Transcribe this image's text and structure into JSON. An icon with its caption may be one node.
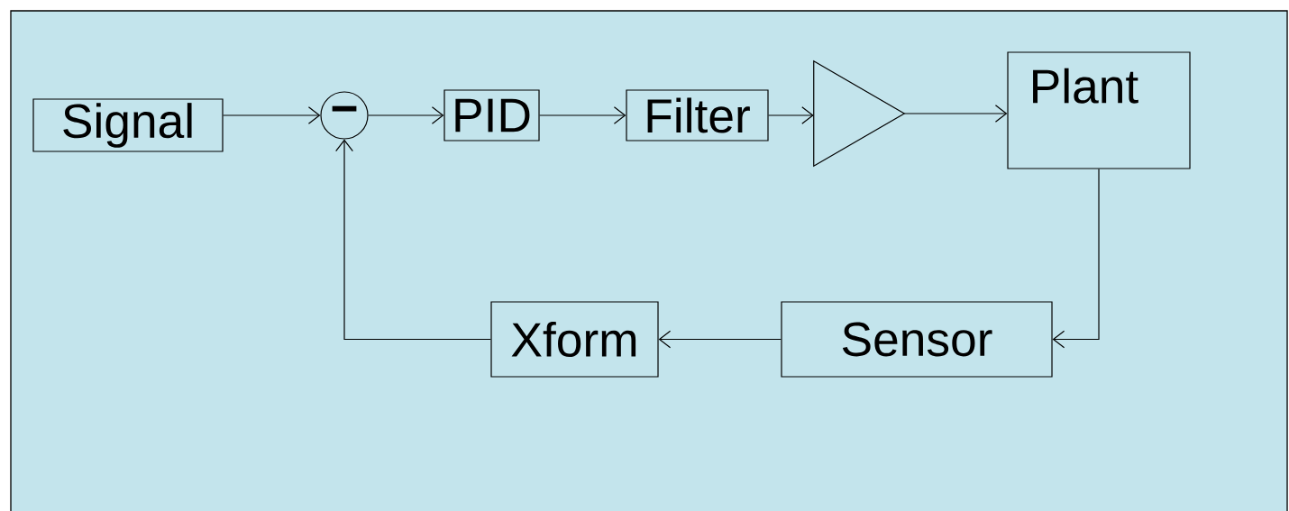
{
  "diagram": {
    "nodes": [
      {
        "text": [
          "Signal"
        ]
      },
      {
        "text": [
          "−"
        ]
      },
      {
        "text": [
          "PID"
        ]
      },
      {
        "text": [
          "Filter"
        ]
      },
      {
        "text": [],
        "shape": "triangle"
      },
      {
        "text": [
          "Plant"
        ]
      },
      {
        "text": [
          "Sensor"
        ]
      },
      {
        "text": [
          "Xform"
        ]
      }
    ],
    "edges": [
      {
        "from": 0,
        "to": 1,
        "arrow": "to"
      },
      {
        "from": 1,
        "to": 2,
        "arrow": "to"
      },
      {
        "from": 2,
        "to": 3,
        "arrow": "to"
      },
      {
        "from": 3,
        "to": 4,
        "arrow": "to"
      },
      {
        "from": 4,
        "to": 5,
        "arrow": "to"
      },
      {
        "from": 5,
        "to": 6,
        "arrow": "to"
      },
      {
        "from": 6,
        "to": 7,
        "arrow": "to"
      },
      {
        "from": 7,
        "to": 1,
        "arrow": "to"
      }
    ]
  }
}
